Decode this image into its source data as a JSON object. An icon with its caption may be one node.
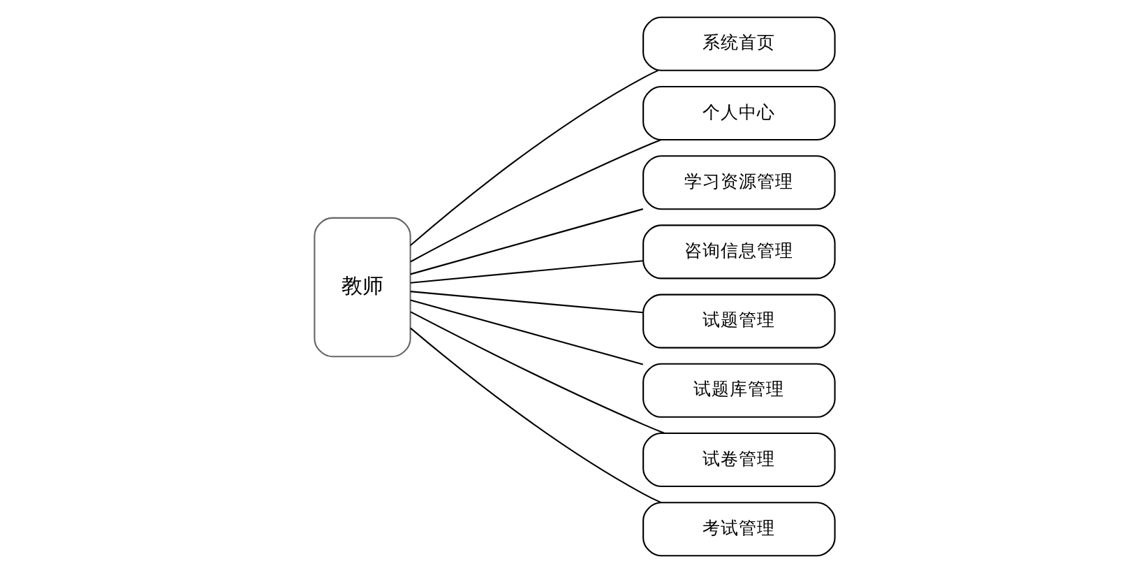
{
  "diagram": {
    "nodes": [
      {
        "text": [
          "教师"
        ]
      },
      {
        "text": [
          "系统首页"
        ]
      },
      {
        "text": [
          "个人中心"
        ]
      },
      {
        "text": [
          "学习资源管理"
        ]
      },
      {
        "text": [
          "咨询信息管理"
        ]
      },
      {
        "text": [
          "试题管理"
        ]
      },
      {
        "text": [
          "试题库管理"
        ]
      },
      {
        "text": [
          "试卷管理"
        ]
      },
      {
        "text": [
          "考试管理"
        ]
      }
    ],
    "edges": [
      {
        "from": 0,
        "to": 1,
        "arrow": "none"
      },
      {
        "from": 0,
        "to": 2,
        "arrow": "none"
      },
      {
        "from": 0,
        "to": 3,
        "arrow": "none"
      },
      {
        "from": 0,
        "to": 4,
        "arrow": "none"
      },
      {
        "from": 0,
        "to": 5,
        "arrow": "none"
      },
      {
        "from": 0,
        "to": 6,
        "arrow": "none"
      },
      {
        "from": 0,
        "to": 7,
        "arrow": "none"
      },
      {
        "from": 0,
        "to": 8,
        "arrow": "none"
      }
    ]
  }
}
